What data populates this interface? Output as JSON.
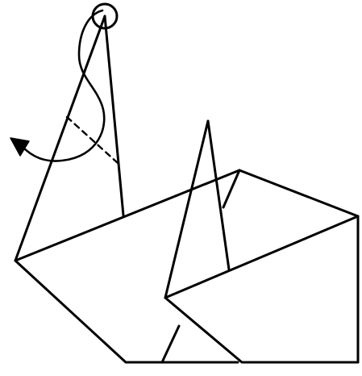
{
  "diagram": {
    "subject": "origami-swan-fold-step",
    "ink_color": "#000000",
    "paper_color": "#ffffff",
    "parts": [
      "neck-flap",
      "neck-fold-guide",
      "head-fold-marker",
      "fold-motion-arrow",
      "body-base",
      "wing-point",
      "tail-section"
    ]
  }
}
